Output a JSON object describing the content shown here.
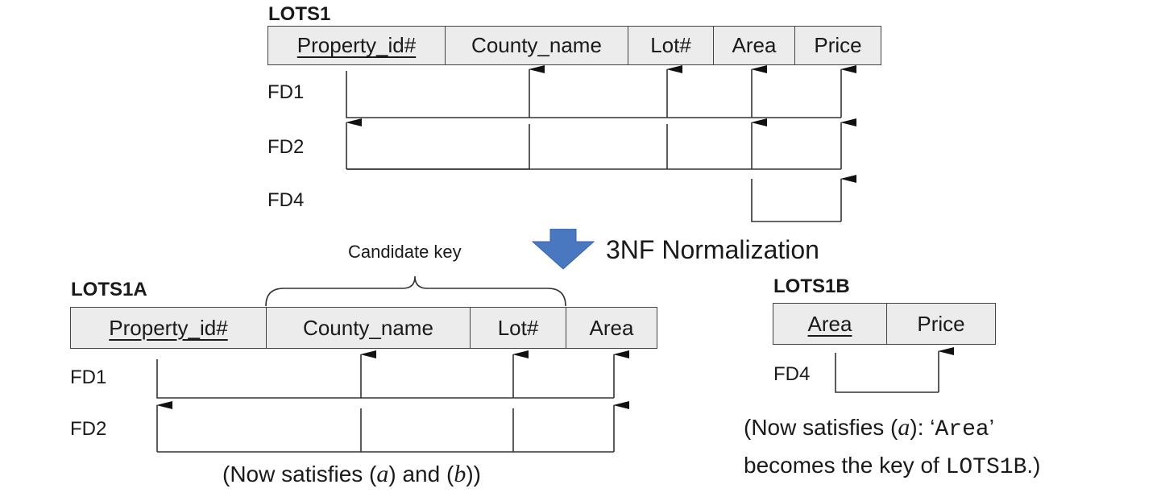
{
  "lots1": {
    "title": "LOTS1",
    "columns": [
      {
        "label": "Property_id#",
        "key": true
      },
      {
        "label": "County_name",
        "key": false
      },
      {
        "label": "Lot#",
        "key": false
      },
      {
        "label": "Area",
        "key": false
      },
      {
        "label": "Price",
        "key": false
      }
    ],
    "fd_labels": [
      "FD1",
      "FD2",
      "FD4"
    ]
  },
  "normalization": {
    "label": "3NF Normalization",
    "arrow_color": "#4a78c0"
  },
  "lots1a": {
    "title": "LOTS1A",
    "candidate_key_label": "Candidate key",
    "columns": [
      {
        "label": "Property_id#",
        "key": true
      },
      {
        "label": "County_name",
        "key": false
      },
      {
        "label": "Lot#",
        "key": false
      },
      {
        "label": "Area",
        "key": false
      }
    ],
    "fd_labels": [
      "FD1",
      "FD2"
    ],
    "note": {
      "before": "(Now satisfies (",
      "a": "a",
      "middle": ") and (",
      "b": "b",
      "after": "))"
    }
  },
  "lots1b": {
    "title": "LOTS1B",
    "columns": [
      {
        "label": "Area",
        "key": true
      },
      {
        "label": "Price",
        "key": false
      }
    ],
    "fd_labels": [
      "FD4"
    ],
    "note": {
      "line1_before": "(Now satisfies (",
      "a": "a",
      "line1_mid": "): ‘",
      "key_attr": "Area",
      "line1_after": "’",
      "line2_before": "becomes the key of ",
      "relation": "LOTS1B",
      "line2_after": ".)"
    }
  }
}
